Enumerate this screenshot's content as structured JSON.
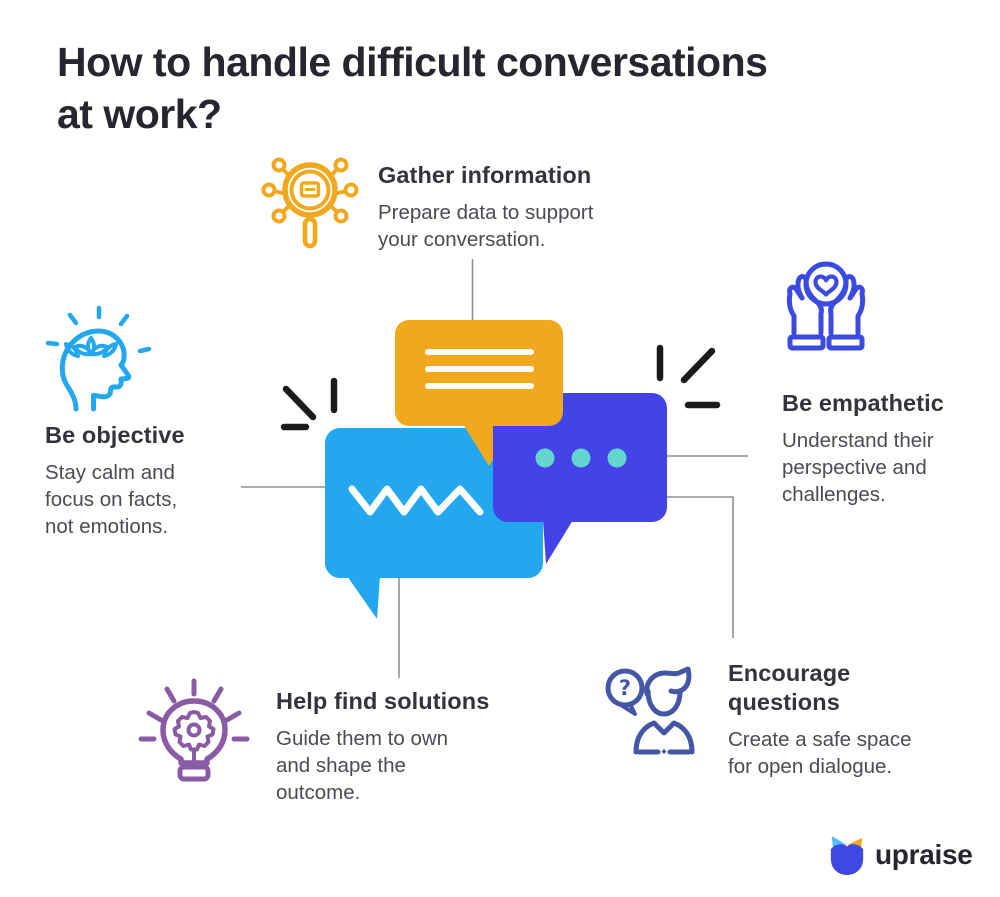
{
  "title": {
    "line1": "How to handle difficult conversations",
    "line2": "at work?"
  },
  "steps": {
    "gather_information": {
      "heading": "Gather information",
      "desc": [
        "Prepare data to support",
        "your conversation."
      ],
      "icon": "magnifier-network-icon"
    },
    "be_empathetic": {
      "heading": "Be empathetic",
      "desc": [
        "Understand their",
        "perspective and",
        "challenges."
      ],
      "icon": "hands-holding-heart-icon"
    },
    "be_objective": {
      "heading": "Be objective",
      "desc": [
        "Stay calm and",
        "focus on facts,",
        "not emotions."
      ],
      "icon": "mindful-head-icon"
    },
    "help_find_solutions": {
      "heading": "Help find solutions",
      "desc": [
        "Guide them to own",
        "and shape the",
        "outcome."
      ],
      "icon": "lightbulb-gear-icon"
    },
    "encourage_questions": {
      "heading": "Encourage questions",
      "heading_lines": [
        "Encourage",
        "questions"
      ],
      "desc": [
        "Create a safe space",
        "for open dialogue."
      ],
      "icon": "person-question-icon"
    }
  },
  "logo": {
    "text": "upraise"
  },
  "colors": {
    "ink": "#26262e",
    "heading": "#33333b",
    "body-text": "#4b4b53",
    "connector": "#8f8f8f",
    "accent-black": "#1b1b1b",
    "yellow": "#f2a81d",
    "sky": "#23a7ee",
    "indigo": "#4343e8",
    "teal": "#63d5ce",
    "purple": "#8a5ba5",
    "steel-blue": "#4456a6",
    "royal-blue": "#3b4be2",
    "logo-blue": "#3d49e1",
    "logo-sky": "#55bff3",
    "logo-amber": "#f3a81f"
  }
}
